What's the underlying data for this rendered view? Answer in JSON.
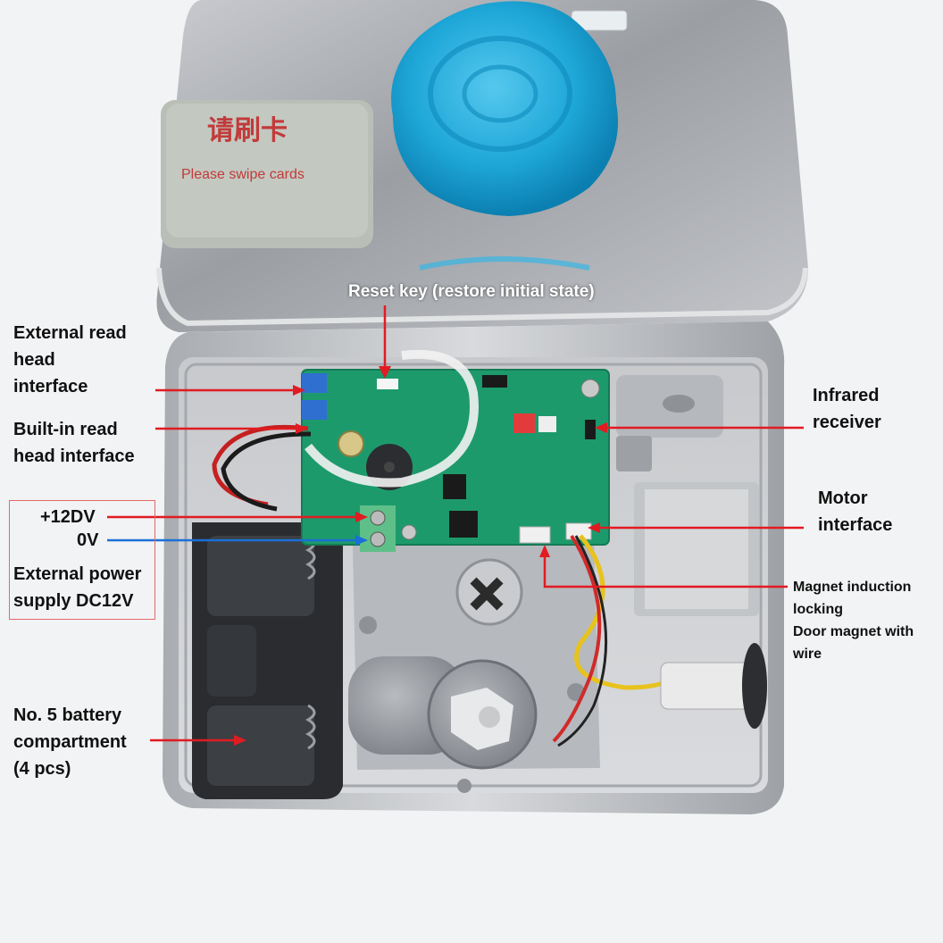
{
  "card_panel": {
    "hanzi": "请刷卡",
    "text": "Please swipe cards"
  },
  "labels": {
    "reset_key": "Reset key (restore initial state)",
    "external_read_head": [
      "External read",
      "head",
      "interface"
    ],
    "builtin_read_head": [
      "Built-in read",
      "head interface"
    ],
    "plus_12dv": "+12DV",
    "zero_v": "0V",
    "external_power": [
      "External power",
      "supply DC12V"
    ],
    "battery": [
      "No. 5 battery",
      "compartment",
      "(4 pcs)"
    ],
    "infrared": [
      "Infrared",
      "receiver"
    ],
    "motor": [
      "Motor",
      "interface"
    ],
    "magnet": [
      "Magnet induction",
      "locking",
      "Door magnet with",
      "wire"
    ]
  },
  "colors": {
    "arrow_red": "#e11b22",
    "arrow_blue": "#1a6fd6",
    "pcb_green": "#1d9a6c",
    "knob_blue": "#1ea7d8",
    "card_gray": "#b9bfb6"
  }
}
